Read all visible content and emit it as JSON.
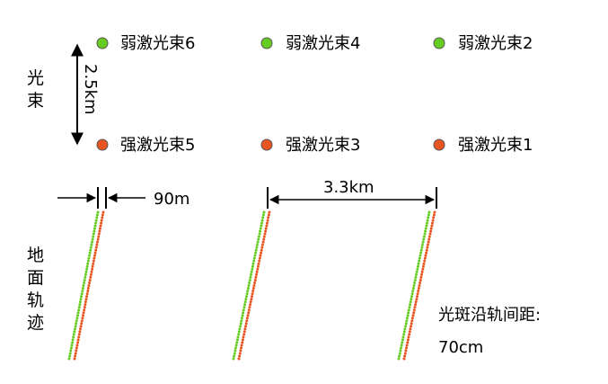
{
  "colors": {
    "weak": "#66cc22",
    "strong": "#e85520",
    "marker_stroke": "#555555",
    "arrow": "#000000"
  },
  "side_labels": {
    "beam_axis": [
      "光",
      "束"
    ],
    "ground_track": [
      "地",
      "面",
      "轨",
      "迹"
    ]
  },
  "beams": {
    "weak": [
      "弱激光束6",
      "弱激光束4",
      "弱激光束2"
    ],
    "strong": [
      "强激光束5",
      "强激光束3",
      "强激光束1"
    ]
  },
  "dimensions": {
    "beam_spacing": "2.5km",
    "pair_spacing": "90m",
    "column_spacing": "3.3km"
  },
  "spot_spacing": {
    "label": "光斑沿轨间距:",
    "value": "70cm"
  }
}
